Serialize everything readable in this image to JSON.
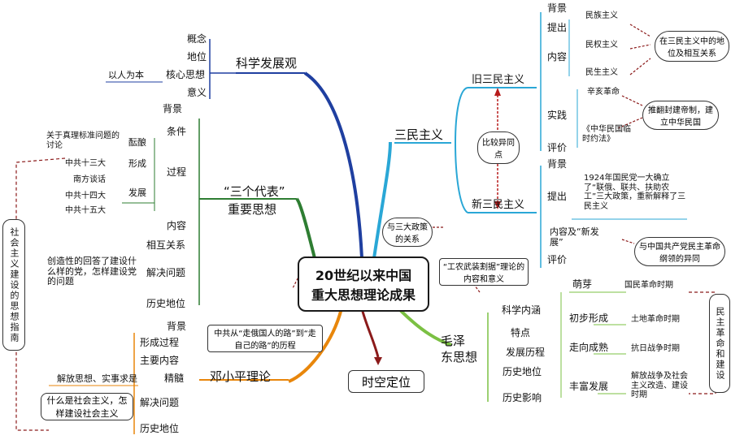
{
  "center": {
    "line1": "20世纪以来中国",
    "line2": "重大思想理论成果"
  },
  "kexue": {
    "title": "科学发展观",
    "children": [
      "概念",
      "地位",
      "核心思想",
      "意义"
    ],
    "core_child": "以人为本"
  },
  "sanmin": {
    "title": "三民主义",
    "old": {
      "title": "旧三民主义",
      "items": [
        "背景",
        "提出",
        "内容",
        "实践",
        "评价"
      ],
      "contents": [
        "民族主义",
        "民权主义",
        "民生主义"
      ],
      "contents_note": "在三民主义中的地位及相互关系",
      "practice": [
        "辛亥革命",
        "《中华民国临时约法》"
      ],
      "practice_note": "推翻封建帝制，建立中华民国"
    },
    "compare": "比较异同点",
    "new": {
      "title": "新三民主义",
      "items": [
        "背景",
        "提出",
        "内容及“新发展”",
        "评价"
      ],
      "proposal": "1924年国民党一大确立了“联俄、联共、扶助农工”三大政策，重新解释了三民主义",
      "note": "与中国共产党民主革命纲领的异同"
    },
    "policy_note": "与三大政策的关系"
  },
  "sange": {
    "title_line1": "“三个代表”",
    "title_line2": "重要思想",
    "items": [
      "背景",
      "条件",
      "过程",
      "内容",
      "相互关系",
      "解决问题",
      "历史地位"
    ],
    "process": [
      "酝酿",
      "形成",
      "发展"
    ],
    "yunniang": "关于真理标准问题的讨论",
    "xingcheng": "中共十三大",
    "fazhan": [
      "南方谈话",
      "中共十四大",
      "中共十五大"
    ],
    "answer": "创造性的回答了建设什么样的党，怎样建设党的问题"
  },
  "shehui_guide": "社会主义建设的思想指南",
  "deng": {
    "title": "邓小平理论",
    "items": [
      "背景",
      "形成过程",
      "主要内容",
      "精髓",
      "解决问题",
      "历史地位"
    ],
    "jingsui": "解放思想、实事求是",
    "question": "什么是社会主义，怎样建设社会主义",
    "road": "中共从“走俄国人的路”到“走自己的路”的历程"
  },
  "shikong": "时空定位",
  "mao": {
    "title_line1": "毛泽",
    "title_line2": "东思想",
    "items": [
      "科学内涵",
      "特点",
      "发展历程",
      "历史地位",
      "历史影响"
    ],
    "stages": [
      "萌芽",
      "初步形成",
      "走向成熟",
      "丰富发展"
    ],
    "periods": [
      "国民革命时期",
      "土地革命时期",
      "抗日战争时期",
      "解放战争及社会主义改造、建设时期"
    ],
    "guide": "民主革命和建设",
    "gongnong": "“工农武装割据”理论的内容和意义"
  },
  "colors": {
    "blue": "#1f3fa0",
    "lightblue": "#2aa7d6",
    "green": "#2e7d32",
    "lightgreen": "#7bc043",
    "orange": "#e8860b",
    "darkred": "#8b1a1a"
  }
}
